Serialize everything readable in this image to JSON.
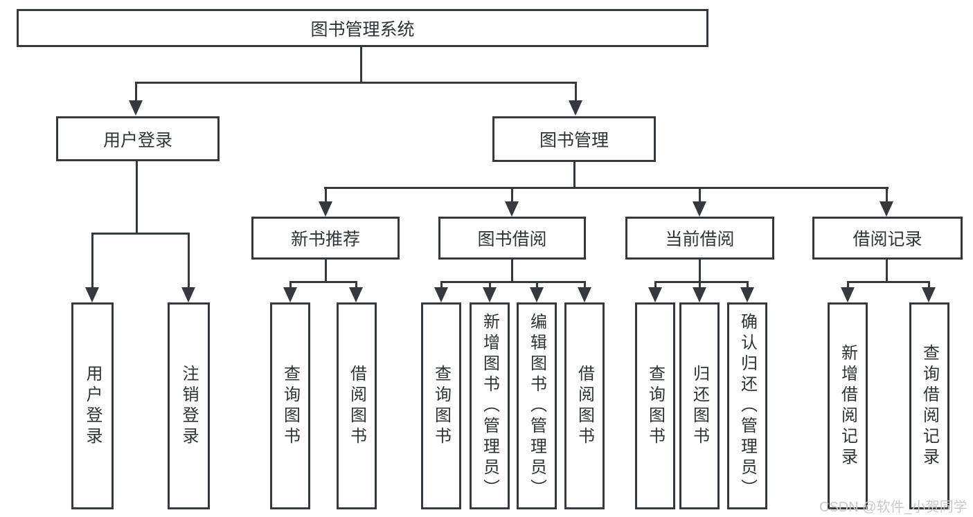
{
  "nodes": {
    "root": "图书管理系统",
    "user_login": "用户登录",
    "book_mgmt": "图书管理",
    "new_books": "新书推荐",
    "book_borrow": "图书借阅",
    "current_borrow": "当前借阅",
    "borrow_records": "借阅记录",
    "a1": "用户登录",
    "a2": "注销登录",
    "b1": "查询图书",
    "b2": "借阅图书",
    "c1": "查询图书",
    "c2": "新增图书（管理员）",
    "c3": "编辑图书（管理员）",
    "c4": "借阅图书",
    "d1": "查询图书",
    "d2": "归还图书",
    "d3": "确认归还（管理员）",
    "e1": "新增借阅记录",
    "e2": "查询借阅记录"
  },
  "watermark": "CSDN @软件_小贺同学",
  "colors": {
    "line": "#35383c",
    "text": "#2f3337",
    "watermark": "#c8c8cd",
    "background": "#ffffff"
  }
}
